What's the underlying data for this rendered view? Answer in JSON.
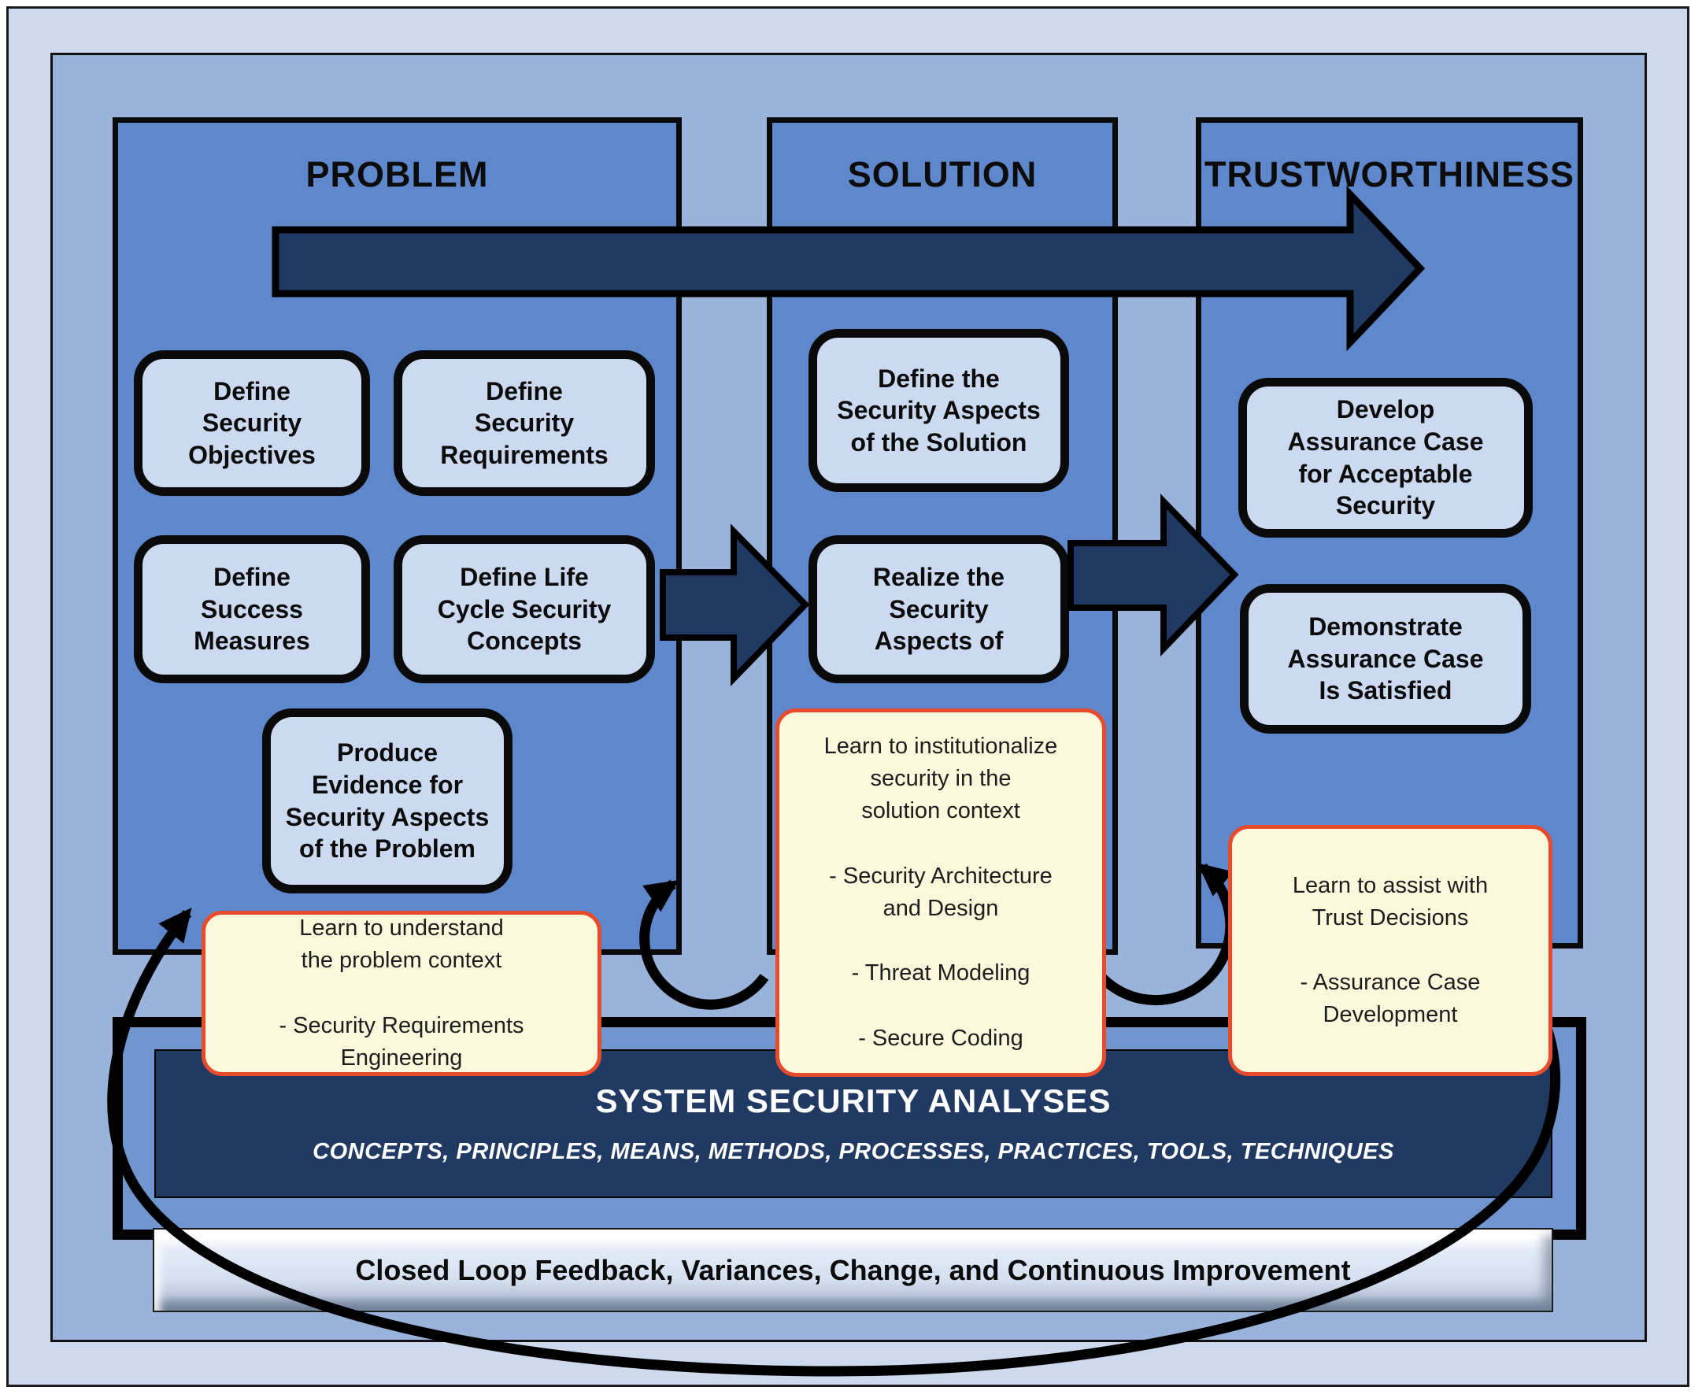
{
  "colors": {
    "outer_background": "#cdd9ec",
    "inner_panel": "#99b3db",
    "column_fill": "#5f87cb",
    "process_box_fill": "#ccdaf1",
    "arrow_and_band_navy": "#213a63",
    "learn_box_fill": "#fcf8dc",
    "learn_box_border": "#e84a2c",
    "feedback_bar_fill": "#dce5f3",
    "outline_black": "#0a0a0a"
  },
  "columns": [
    {
      "heading": "PROBLEM",
      "boxes": [
        {
          "lines": [
            "Define",
            "Security",
            "Objectives"
          ]
        },
        {
          "lines": [
            "Define",
            "Security",
            "Requirements"
          ]
        },
        {
          "lines": [
            "Define",
            "Success",
            "Measures"
          ]
        },
        {
          "lines": [
            "Define Life",
            "Cycle Security",
            "Concepts"
          ]
        },
        {
          "lines": [
            "Produce",
            "Evidence for",
            "Security Aspects",
            "of the Problem"
          ]
        }
      ]
    },
    {
      "heading": "SOLUTION",
      "boxes": [
        {
          "lines": [
            "Define the",
            "Security Aspects",
            "of the Solution"
          ]
        },
        {
          "lines": [
            "Realize the",
            "Security",
            "Aspects of"
          ]
        }
      ]
    },
    {
      "heading": "TRUSTWORTHINESS",
      "boxes": [
        {
          "lines": [
            "Develop",
            "Assurance Case",
            "for Acceptable",
            "Security"
          ]
        },
        {
          "lines": [
            "Demonstrate",
            "Assurance Case",
            "Is Satisfied"
          ]
        }
      ]
    }
  ],
  "learn_boxes": [
    {
      "lines": [
        "Learn to understand",
        "the problem context",
        "",
        "- Security Requirements",
        "Engineering"
      ]
    },
    {
      "lines": [
        "Learn to institutionalize",
        "security in the",
        "solution context",
        "",
        "- Security Architecture",
        "and Design",
        "",
        "- Threat Modeling",
        "",
        "- Secure Coding"
      ]
    },
    {
      "lines": [
        "Learn to assist with",
        "Trust Decisions",
        "",
        "- Assurance Case",
        "Development"
      ]
    }
  ],
  "analysis_band": {
    "title": "SYSTEM SECURITY ANALYSES",
    "subtitle": "CONCEPTS, PRINCIPLES, MEANS, METHODS, PROCESSES, PRACTICES, TOOLS, TECHNIQUES"
  },
  "feedback_bar": {
    "label": "Closed Loop Feedback, Variances, Change, and Continuous Improvement"
  }
}
